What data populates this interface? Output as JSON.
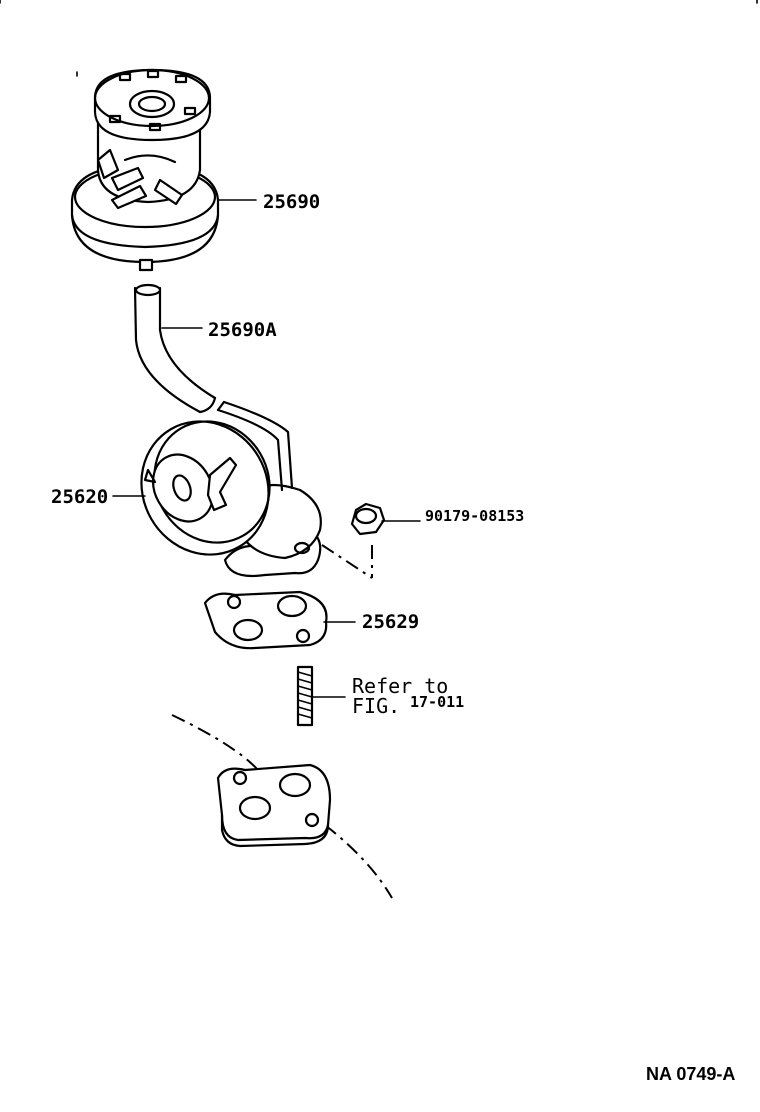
{
  "parts": {
    "vsv": "25690",
    "hose": "25690A",
    "egr_valve": "25620",
    "nut": "90179-08153",
    "gasket": "25629"
  },
  "reference": {
    "line1": "Refer to",
    "line2_prefix": "FIG.",
    "fig_number": "17-011"
  },
  "illustration_code": "NA 0749-A"
}
